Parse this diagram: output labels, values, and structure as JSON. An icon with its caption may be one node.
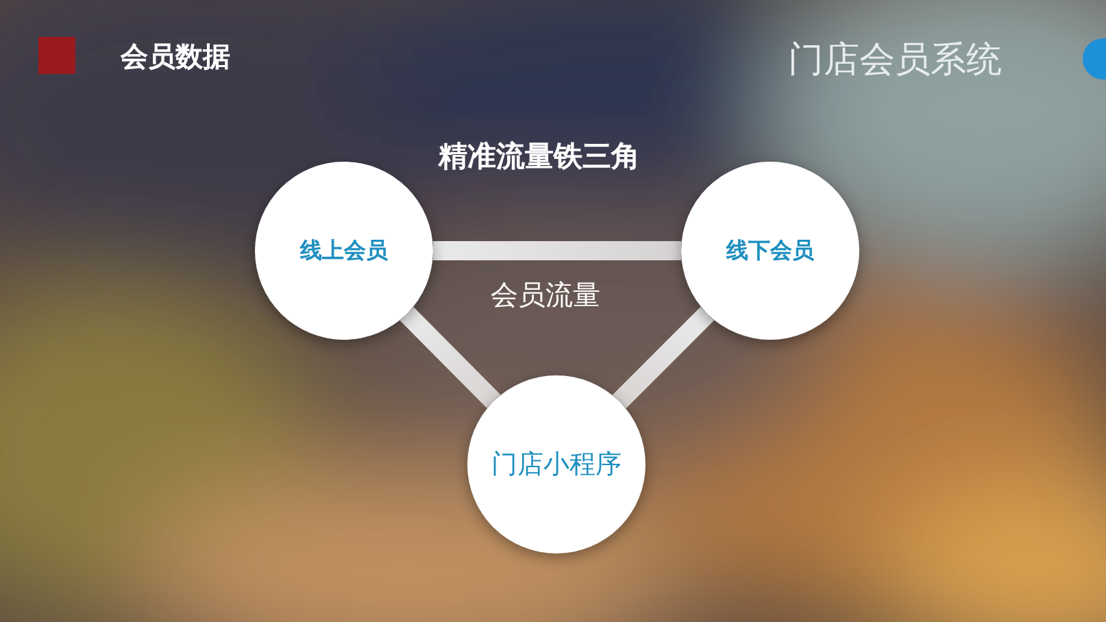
{
  "diagram": {
    "title": "会员数据",
    "nodes": [
      {
        "text": [
          "线上会员"
        ]
      },
      {
        "text": [
          "线下会员"
        ]
      },
      {
        "text": [
          "门店小程序"
        ]
      }
    ],
    "edges": [
      {
        "from": 0,
        "to": 1,
        "arrow": "none"
      },
      {
        "from": 0,
        "to": 2,
        "arrow": "none"
      },
      {
        "from": 1,
        "to": 2,
        "arrow": "none"
      }
    ],
    "labels": [
      "门店会员系统",
      "精准流量铁三角",
      "会员流量"
    ]
  }
}
